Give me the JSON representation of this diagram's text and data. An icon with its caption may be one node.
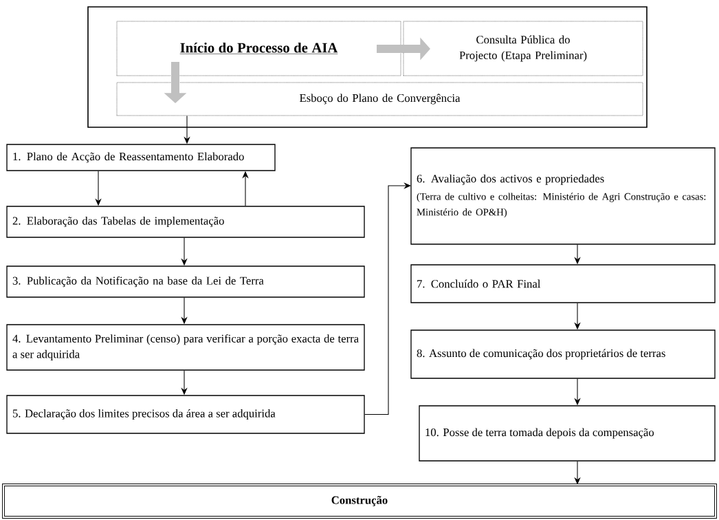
{
  "diagram": {
    "nodes": [
      {
        "text": [],
        "shape": "box"
      },
      {
        "text": [
          "Início do Processo de AIA"
        ],
        "in": 0
      },
      {
        "text": [
          "Consulta Pública do Projecto (Etapa Preliminar)"
        ],
        "in": 0
      },
      {
        "text": [
          "Esboço do Plano de Convergência"
        ],
        "in": 0
      },
      {
        "text": [
          "1. Plano de Acção de Reassentamento Elaborado"
        ]
      },
      {
        "text": [
          "2. Elaboração das Tabelas de implementação"
        ]
      },
      {
        "text": [
          "3. Publicação da Notificação na base da Lei de Terra"
        ]
      },
      {
        "text": [
          "4. Levantamento Preliminar (censo) para verificar a porção exacta de terra a ser adquirida"
        ]
      },
      {
        "text": [
          "5. Declaração dos limites precisos da área a ser adquirida"
        ]
      },
      {
        "text": [
          "6. Avaliação dos activos e propriedades",
          "(Terra de cultivo e colheitas: Ministério de Agri Construção e casas: Ministério de OP&H)"
        ]
      },
      {
        "text": [
          "7. Concluído o PAR Final"
        ]
      },
      {
        "text": [
          "8. Assunto de comunicação dos proprietários de terras"
        ]
      },
      {
        "text": [
          "10. Posse de terra tomada depois da compensação"
        ]
      },
      {
        "text": [
          "Construção"
        ]
      }
    ],
    "edges": [
      {
        "from": 1,
        "to": 2,
        "arrow": "to",
        "style": "thick",
        "color": "#c0c0c0"
      },
      {
        "from": 1,
        "to": 3,
        "arrow": "to",
        "style": "thick",
        "color": "#c0c0c0"
      },
      {
        "from": 3,
        "to": 4,
        "arrow": "to"
      },
      {
        "from": 4,
        "to": 5,
        "arrow": "to"
      },
      {
        "from": 5,
        "to": 4,
        "arrow": "to"
      },
      {
        "from": 5,
        "to": 6,
        "arrow": "to"
      },
      {
        "from": 6,
        "to": 7,
        "arrow": "to"
      },
      {
        "from": 7,
        "to": 8,
        "arrow": "to"
      },
      {
        "from": 8,
        "to": 9,
        "arrow": "to"
      },
      {
        "from": 9,
        "to": 10,
        "arrow": "to"
      },
      {
        "from": 10,
        "to": 11,
        "arrow": "to"
      },
      {
        "from": 11,
        "to": 12,
        "arrow": "to"
      },
      {
        "from": 12,
        "to": 13,
        "arrow": "to"
      }
    ]
  }
}
